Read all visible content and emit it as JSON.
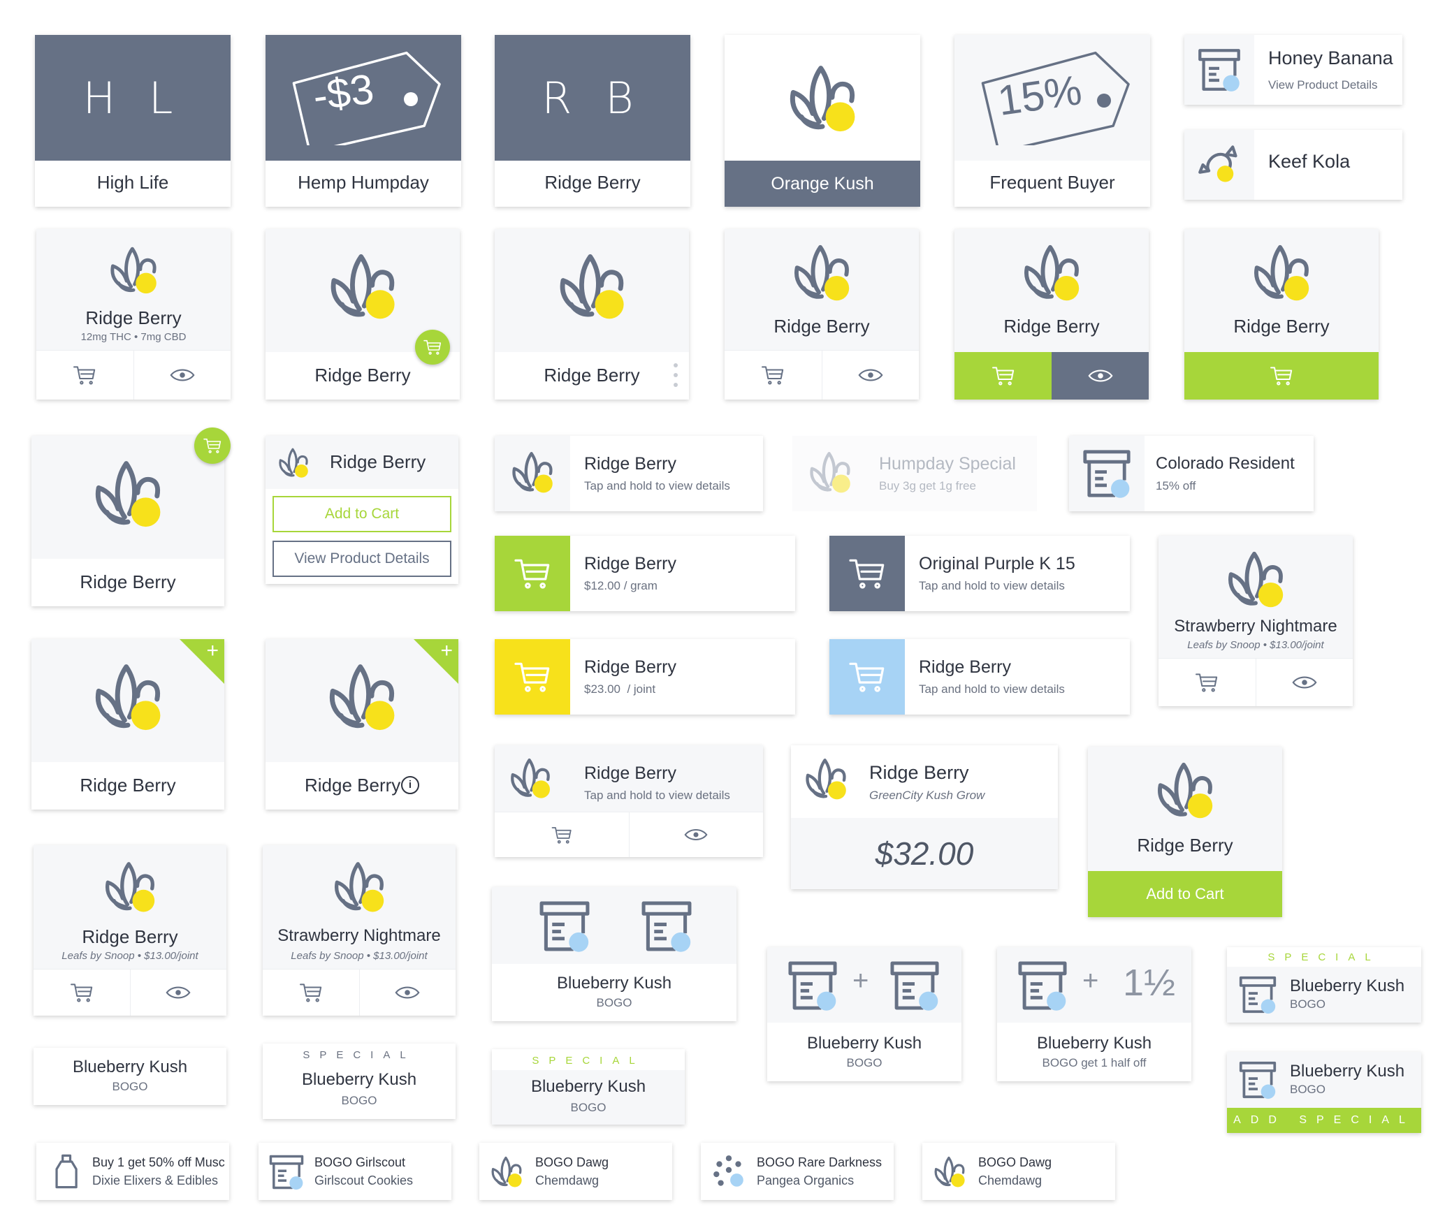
{
  "colors": {
    "slate": "#667185",
    "green": "#a7d63a",
    "yellow": "#f7e11b",
    "blue": "#a7d3f5",
    "panel": "#f6f7f9",
    "text": "#2f3440"
  },
  "icons": [
    "leaf-logo-icon",
    "cart-icon",
    "eye-icon",
    "box-icon",
    "candy-icon",
    "tag-icon",
    "bottle-icon",
    "dots-icon",
    "plus-icon",
    "info-icon",
    "more-icon"
  ],
  "row1": {
    "high_life": {
      "initials": "H L",
      "name": "High Life"
    },
    "hemp_humpday": {
      "tag": "-$3",
      "name": "Hemp Humpday"
    },
    "ridge_berry_initials": {
      "initials": "R B",
      "name": "Ridge Berry"
    },
    "orange_kush": {
      "name": "Orange Kush"
    },
    "frequent_buyer": {
      "tag": "15%",
      "name": "Frequent Buyer"
    },
    "honey_banana": {
      "name": "Honey Banana",
      "sub": "View Product Details"
    },
    "keef_kola": {
      "name": "Keef Kola"
    }
  },
  "row2": {
    "p1": {
      "name": "Ridge Berry",
      "sub": "12mg THC • 7mg CBD"
    },
    "p2": {
      "name": "Ridge Berry"
    },
    "p3": {
      "name": "Ridge Berry"
    },
    "p4": {
      "name": "Ridge Berry"
    },
    "p5": {
      "name": "Ridge Berry"
    },
    "p6": {
      "name": "Ridge Berry"
    }
  },
  "row3": {
    "big": {
      "name": "Ridge Berry"
    },
    "actions": {
      "name": "Ridge Berry",
      "add": "Add to Cart",
      "view": "View Product Details"
    },
    "list1": {
      "name": "Ridge Berry",
      "sub": "Tap and hold to view details"
    },
    "humpday": {
      "name": "Humpday Special",
      "sub": "Buy 3g get 1g free"
    },
    "colorado": {
      "name": "Colorado Resident",
      "sub": "15% off"
    }
  },
  "row4": {
    "green": {
      "name": "Ridge Berry",
      "sub": "$12.00 / gram"
    },
    "purple": {
      "name": "Original Purple K 15",
      "sub": "Tap and hold to view details"
    },
    "strawberry": {
      "name": "Strawberry Nightmare",
      "sub": "Leafs by Snoop • $13.00/joint"
    }
  },
  "row5": {
    "plus1": {
      "name": "Ridge Berry"
    },
    "plus2": {
      "name": "Ridge Berry"
    },
    "yellow": {
      "name": "Ridge Berry",
      "sub": "$23.00  / joint"
    },
    "blue": {
      "name": "Ridge Berry",
      "sub": "Tap and hold to view details"
    }
  },
  "row6": {
    "list_foot": {
      "name": "Ridge Berry",
      "sub": "Tap and hold to view details"
    },
    "price": {
      "name": "Ridge Berry",
      "sub": "GreenCity Kush Grow",
      "price": "$32.00"
    },
    "add_card": {
      "name": "Ridge Berry",
      "add": "Add to Cart"
    }
  },
  "row7": {
    "leafs1": {
      "name": "Ridge Berry",
      "sub": "Leafs by Snoop • $13.00/joint"
    },
    "leafs2": {
      "name": "Strawberry Nightmare",
      "sub": "Leafs by Snoop • $13.00/joint"
    },
    "bogo_boxes": {
      "name": "Blueberry Kush",
      "sub": "BOGO"
    },
    "bogo_plus": {
      "name": "Blueberry Kush",
      "sub": "BOGO"
    },
    "bogo_half": {
      "name": "Blueberry Kush",
      "sub": "BOGO get 1 half off",
      "half": "1½"
    },
    "special_right1": {
      "special": "SPECIAL",
      "name": "Blueberry Kush",
      "sub": "BOGO"
    },
    "special_right2": {
      "name": "Blueberry Kush",
      "sub": "BOGO",
      "footer": "ADD SPECIAL"
    }
  },
  "row8": {
    "plain": {
      "name": "Blueberry Kush",
      "sub": "BOGO"
    },
    "special1": {
      "special": "SPECIAL",
      "name": "Blueberry Kush",
      "sub": "BOGO"
    },
    "special2": {
      "special": "SPECIAL",
      "name": "Blueberry Kush",
      "sub": "BOGO"
    }
  },
  "row9": [
    {
      "name": "Buy 1 get 50% off Musc",
      "sub": "Dixie Elixers & Edibles"
    },
    {
      "name": "BOGO Girlscout",
      "sub": "Girlscout Cookies"
    },
    {
      "name": "BOGO Dawg",
      "sub": "Chemdawg"
    },
    {
      "name": "BOGO Rare Darkness",
      "sub": "Pangea Organics"
    },
    {
      "name": "BOGO Dawg",
      "sub": "Chemdawg"
    }
  ]
}
